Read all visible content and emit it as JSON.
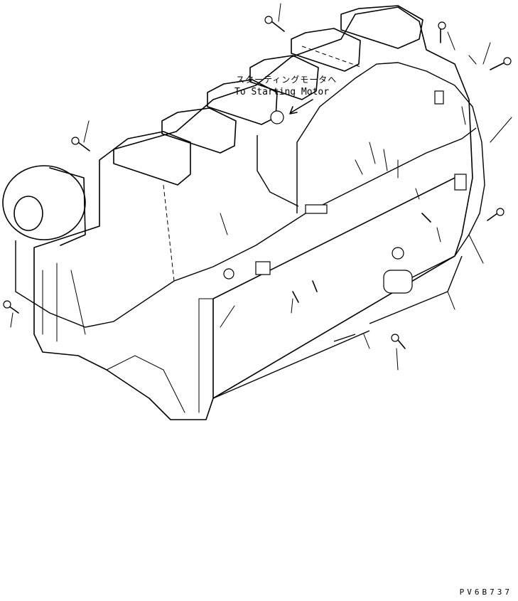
{
  "annotations": {
    "starting_motor_jp": "スターティングモータへ",
    "starting_motor_en": "To Starting Motor"
  },
  "drawing_code": "PV6B737"
}
